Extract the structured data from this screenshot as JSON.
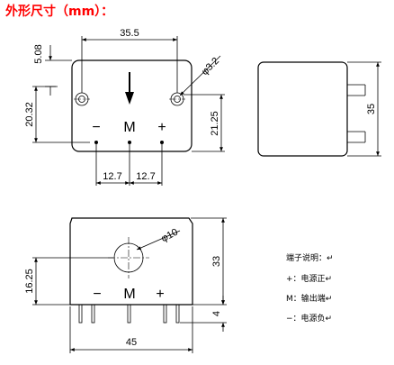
{
  "title": "外形尺寸（mm）：",
  "top_view": {
    "dims": {
      "width_pins": "35.5",
      "top_offset": "5.08",
      "hole_dia": "φ3.2",
      "left_vertical": "20.32",
      "height": "21.25",
      "pitch_left": "12.7",
      "pitch_right": "12.7"
    },
    "terminals": {
      "minus": "−",
      "mid": "M",
      "plus": "+"
    }
  },
  "side_view": {
    "dims": {
      "height": "35"
    }
  },
  "front_view": {
    "dims": {
      "hole_dia": "φ10",
      "hole_center": "16.25",
      "body_height": "33",
      "pin_length": "4",
      "width": "45"
    },
    "terminals": {
      "minus": "−",
      "mid": "M",
      "plus": "+"
    }
  },
  "legend": {
    "heading": "端子说明：↵",
    "items": [
      "+：电源正↵",
      "M：输出端↵",
      "−：电源负↵"
    ]
  }
}
